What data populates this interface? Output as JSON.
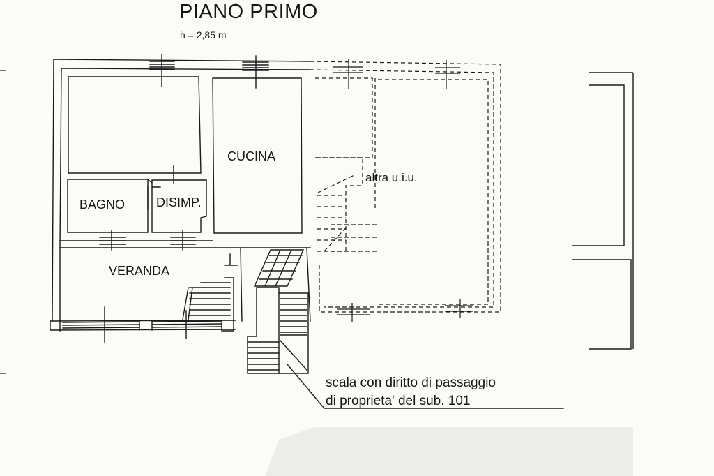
{
  "plan": {
    "title": "PIANO PRIMO",
    "height_note": "h = 2,85 m"
  },
  "rooms": {
    "cucina": "CUCINA",
    "bagno": "BAGNO",
    "disimpegno": "DISIMP.",
    "veranda": "VERANDA",
    "other_unit": "altra u.i.u."
  },
  "annotation": {
    "line1": "scala con diritto di passaggio",
    "line2": "di proprieta' del sub. 101"
  },
  "colors": {
    "ink": "#1a1a1a",
    "paper": "#fbfbf8",
    "smudge": "#ececea"
  }
}
